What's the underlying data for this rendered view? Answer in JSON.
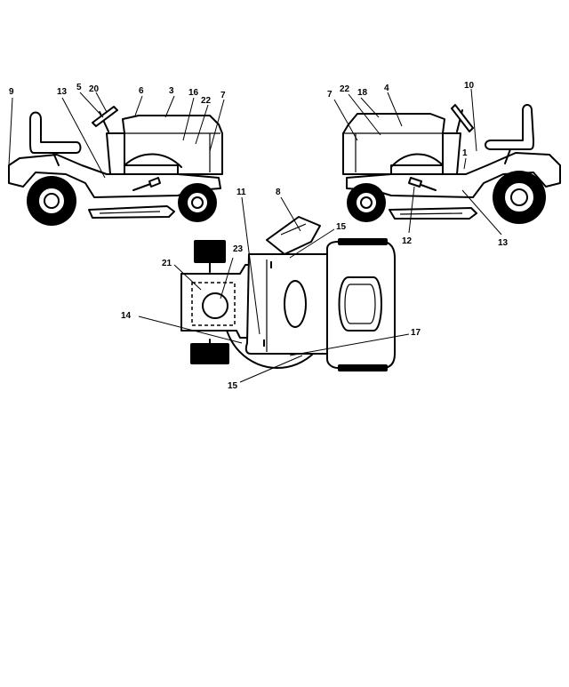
{
  "callouts": {
    "left_view": {
      "c9": "9",
      "c13": "13",
      "c5": "5",
      "c20": "20",
      "c6": "6",
      "c3": "3",
      "c16": "16",
      "c22": "22",
      "c7": "7"
    },
    "right_view": {
      "c7": "7",
      "c22": "22",
      "c18": "18",
      "c4": "4",
      "c10": "10",
      "c1": "1",
      "c12": "12",
      "c13": "13"
    },
    "top_view": {
      "c11": "11",
      "c8": "8",
      "c15a": "15",
      "c21": "21",
      "c23": "23",
      "c14": "14",
      "c17": "17",
      "c15b": "15"
    }
  }
}
